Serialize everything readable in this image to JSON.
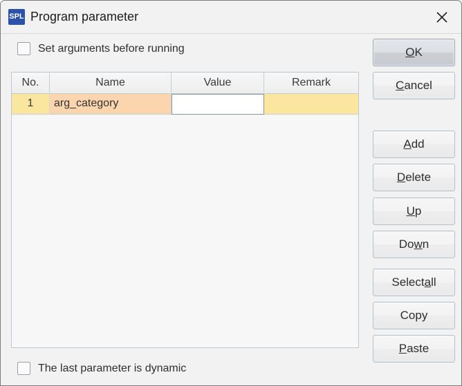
{
  "window": {
    "title": "Program parameter",
    "app_icon_text": "SPL",
    "icon_color": "#2b52a8",
    "close_icon": "close-icon"
  },
  "options": {
    "set_arguments": {
      "label": "Set arguments before running",
      "checked": false
    },
    "last_param_dynamic": {
      "label": "The last parameter is dynamic",
      "checked": false
    }
  },
  "table": {
    "columns": [
      "No.",
      "Name",
      "Value",
      "Remark"
    ],
    "rows": [
      {
        "no": "1",
        "name": "arg_category",
        "value": "",
        "remark": ""
      }
    ],
    "row_colors": {
      "no": "#fbe6a0",
      "name": "#fbd5ad",
      "value": "#ffffff",
      "remark": "#fbe6a0"
    }
  },
  "buttons": {
    "ok": {
      "pre": "",
      "mnemonic": "O",
      "post": "K",
      "default": true
    },
    "cancel": {
      "pre": "",
      "mnemonic": "C",
      "post": "ancel"
    },
    "add": {
      "pre": "",
      "mnemonic": "A",
      "post": "dd"
    },
    "delete": {
      "pre": "",
      "mnemonic": "D",
      "post": "elete"
    },
    "up": {
      "pre": "",
      "mnemonic": "U",
      "post": "p"
    },
    "down": {
      "pre": "Do",
      "mnemonic": "w",
      "post": "n"
    },
    "select_all": {
      "pre": "Select ",
      "mnemonic": "a",
      "post": "ll"
    },
    "copy": {
      "pre": "Copy",
      "mnemonic": "",
      "post": ""
    },
    "paste": {
      "pre": "",
      "mnemonic": "P",
      "post": "aste"
    }
  }
}
